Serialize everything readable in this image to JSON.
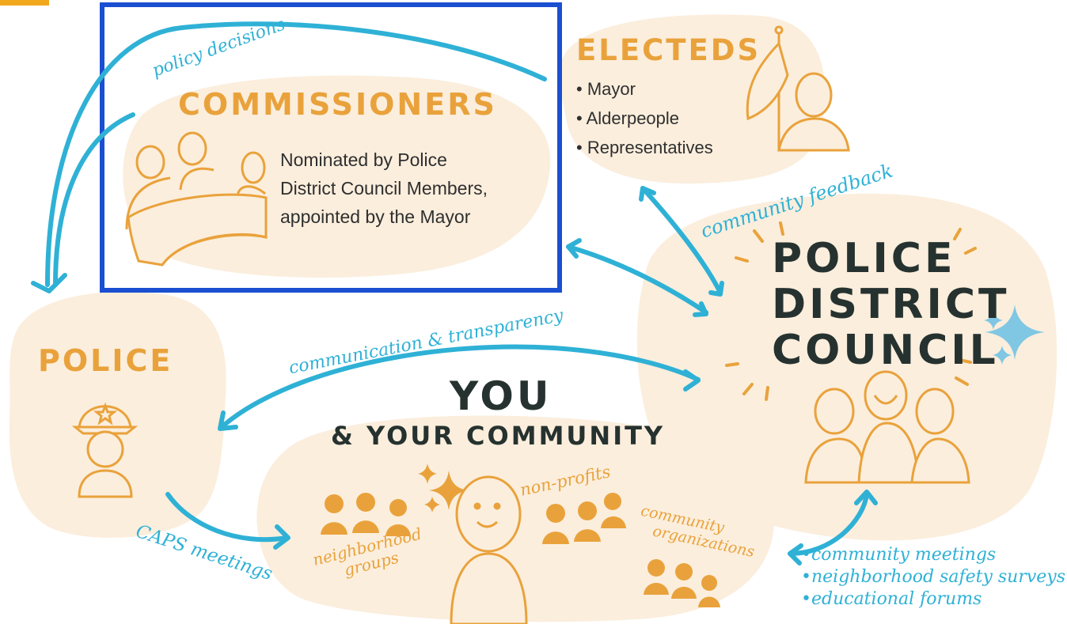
{
  "colors": {
    "blob": "#fbeedd",
    "accent": "#e9a23b",
    "arrow": "#2fb1d6",
    "heading_dark": "#26322f",
    "highlight_box": "#1b4fd1",
    "corner_tab": "#f2a81d"
  },
  "commissioners": {
    "title": "COMMISSIONERS",
    "line1": "Nominated by Police",
    "line2": "District Council Members,",
    "line3": "appointed by the Mayor"
  },
  "electeds": {
    "title": "ELECTEDS",
    "items": [
      "• Mayor",
      "• Alderpeople",
      "• Representatives"
    ]
  },
  "council": {
    "line1": "POLICE",
    "line2": "DISTRICT",
    "line3": "COUNCIL"
  },
  "police": {
    "title": "POLICE"
  },
  "you": {
    "title": "YOU",
    "subtitle": "& YOUR COMMUNITY",
    "groups_line1": "neighborhood",
    "groups_line2": "groups",
    "nonprofits": "non-profits",
    "orgs_line1": "community",
    "orgs_line2": "organizations"
  },
  "flows": {
    "policy_decisions": "policy decisions",
    "community_feedback": "community feedback",
    "communication": "communication & transparency",
    "caps": "CAPS meetings"
  },
  "channels": [
    "•community meetings",
    "•neighborhood safety surveys",
    "•educational forums"
  ]
}
